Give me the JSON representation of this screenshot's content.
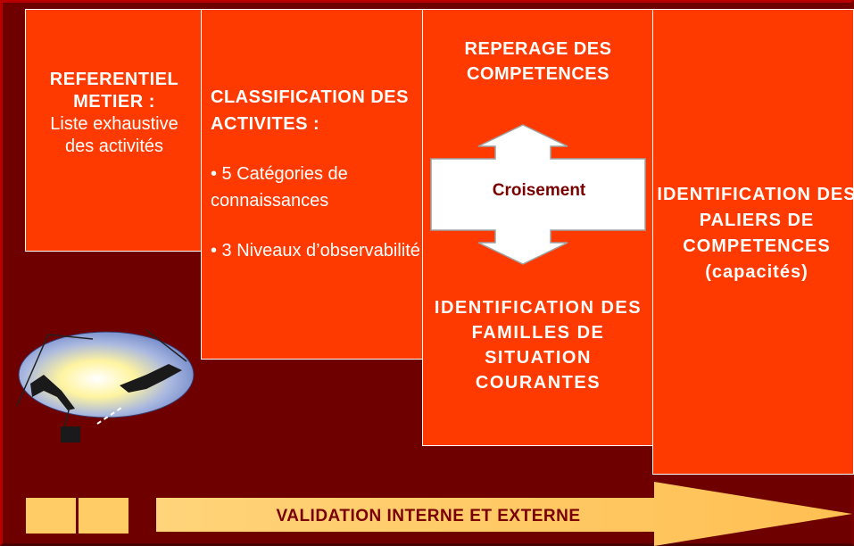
{
  "boxes": {
    "referentiel": {
      "title": "REFERENTIEL METIER :",
      "subtitle": "Liste exhaustive des activités"
    },
    "classification": {
      "title": "CLASSIFICATION DES ACTIVITES :",
      "point1": "• 5 Catégories de connaissances",
      "point2": "• 3 Niveaux d’observabilité"
    },
    "competences": {
      "top": "REPERAGE DES COMPETENCES",
      "cross": "Croisement",
      "bottom": "IDENTIFICATION DES FAMILLES DE SITUATION COURANTES"
    },
    "paliers": {
      "title": "IDENTIFICATION DES PALIERS DE COMPETENCES (capacités)"
    }
  },
  "footer": {
    "label": "VALIDATION INTERNE ET EXTERNE"
  },
  "colors": {
    "background": "#6e0000",
    "box": "#ff3a00",
    "arrow": "#ffcc66",
    "label_dark": "#7a0000"
  },
  "icons": [
    "double-arrow-icon",
    "handshake-clipart",
    "square-icon"
  ]
}
